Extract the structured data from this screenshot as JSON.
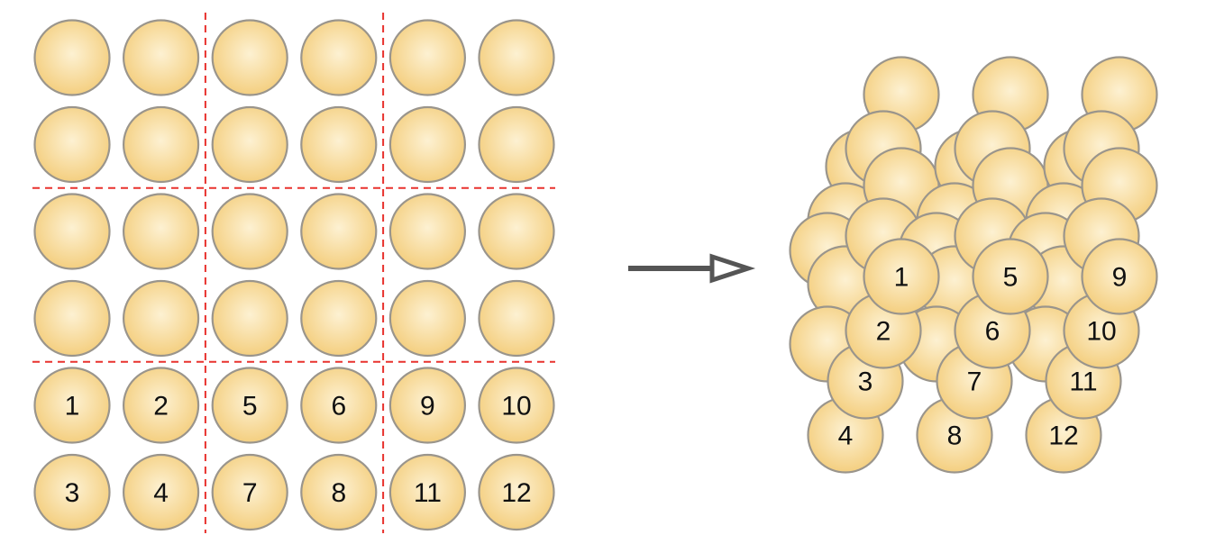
{
  "colors": {
    "ball_center": "#fdf1d2",
    "ball_edge": "#f4cf80",
    "ball_stroke": "#9a958c",
    "divider": "#e8322e",
    "arrow": "#555555",
    "label": "#111111"
  },
  "left_grid": {
    "rows": 6,
    "cols": 6,
    "vertical_dividers_after_col": [
      2,
      4
    ],
    "horizontal_dividers_after_row": [
      2,
      4
    ],
    "labels": [
      [
        "",
        "",
        "",
        "",
        "",
        ""
      ],
      [
        "",
        "",
        "",
        "",
        "",
        ""
      ],
      [
        "",
        "",
        "",
        "",
        "",
        ""
      ],
      [
        "",
        "",
        "",
        "",
        "",
        ""
      ],
      [
        "1",
        "2",
        "5",
        "6",
        "9",
        "10"
      ],
      [
        "3",
        "4",
        "7",
        "8",
        "11",
        "12"
      ]
    ]
  },
  "arrow": {
    "icon": "arrow-right-icon"
  },
  "right_stacks": {
    "columns": 3,
    "labeled": [
      [
        "1",
        "2",
        "3",
        "4"
      ],
      [
        "5",
        "6",
        "7",
        "8"
      ],
      [
        "9",
        "10",
        "11",
        "12"
      ]
    ]
  }
}
